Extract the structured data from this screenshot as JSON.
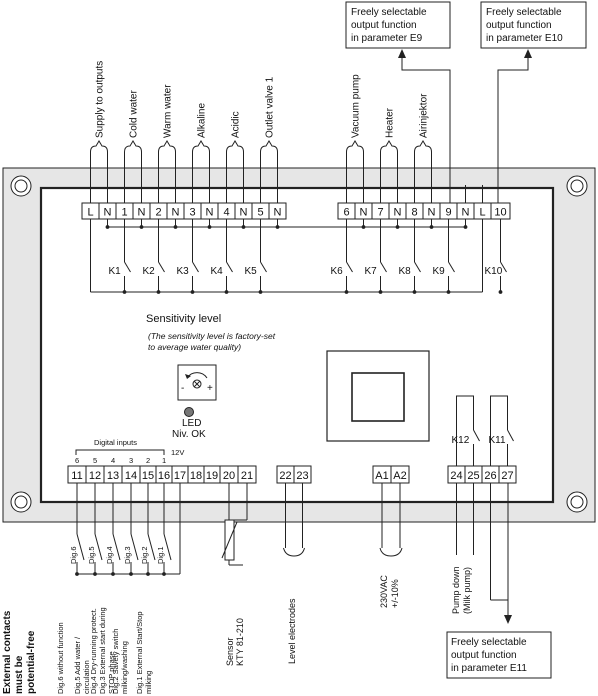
{
  "colors": {
    "enclosure": "#e6e6e6",
    "background": "#ffffff",
    "line": "#222222"
  },
  "boxes": {
    "e9": [
      "Freely selectable",
      "output function",
      "in parameter E9"
    ],
    "e10": [
      "Freely selectable",
      "output function",
      "in parameter E10"
    ],
    "e11": [
      "Freely selectable",
      "output function",
      "in parameter E11"
    ]
  },
  "top_labels": [
    "Supply to outputs",
    "Cold water",
    "Warm water",
    "Alkaline",
    "Acidic",
    "Outlet valve 1",
    "Vacuum pump",
    "Heater",
    "Airinjektor"
  ],
  "top_terminals": [
    "L",
    "N",
    "1",
    "N",
    "2",
    "N",
    "3",
    "N",
    "4",
    "N",
    "5",
    "N",
    "6",
    "N",
    "7",
    "N",
    "8",
    "N",
    "9",
    "N",
    "L",
    "10"
  ],
  "relays": [
    "K1",
    "K2",
    "K3",
    "K4",
    "K5",
    "K6",
    "K7",
    "K8",
    "K9",
    "K10",
    "K12",
    "K11"
  ],
  "sensitivity": {
    "title": "Sensitivity level",
    "note_line1": "(The sensitivity level is factory-set",
    "note_line2": "to average water quality)",
    "minus": "-",
    "plus": "+",
    "led_line1": "LED",
    "led_line2": "Niv. OK"
  },
  "digital_inputs": {
    "title": "Digital inputs",
    "numbers": [
      "6",
      "5",
      "4",
      "3",
      "2",
      "1"
    ],
    "volt": "12V"
  },
  "bottom_terminals": [
    "11",
    "12",
    "13",
    "14",
    "15",
    "16",
    "17",
    "18",
    "19",
    "20",
    "21",
    "22",
    "23",
    "A1",
    "A2",
    "24",
    "25",
    "26",
    "27"
  ],
  "dig_labels": [
    "Dig.6",
    "Dig.5",
    "Dig.4",
    "Dig.3",
    "Dig.2",
    "Dig.1"
  ],
  "external": [
    "External contacts",
    "must be",
    "potential-free"
  ],
  "dig_descriptions": [
    [
      "Dig.6 without function"
    ],
    [
      "Dig.5 Add water /",
      "circulation"
    ],
    [
      "Dig.4 Dry-running protect.",
      "Dig.3 External start during",
      "STOP phase"
    ],
    [
      "Dig.2 Savety switch",
      "milking/washing"
    ],
    [
      "Dig.1 External Start/Stop",
      "milking"
    ]
  ],
  "sensor": [
    "Sensor",
    "KTY 81-210"
  ],
  "electrodes": "Level electrodes",
  "power": [
    "230VAC",
    "+/-10%"
  ],
  "pump": [
    "Pump down",
    "(Milk pump)"
  ]
}
